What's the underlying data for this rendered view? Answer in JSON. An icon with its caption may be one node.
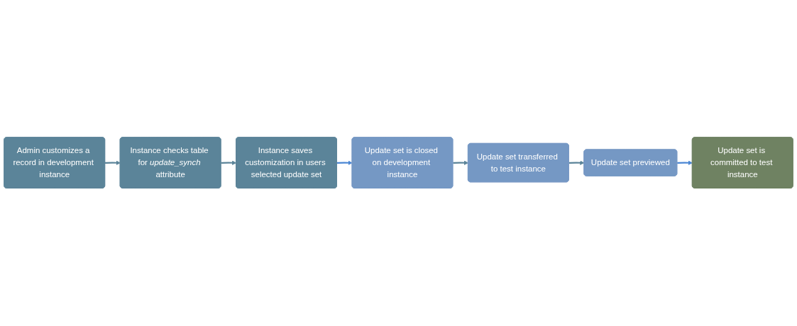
{
  "diagram": {
    "nodes": [
      {
        "text": [
          "Admin customizes a record in development instance"
        ]
      },
      {
        "text": [
          "Instance checks table for *update_synch* attribute"
        ]
      },
      {
        "text": [
          "Instance saves customization in users selected update set"
        ]
      },
      {
        "text": [
          "Update set is closed on development instance"
        ]
      },
      {
        "text": [
          "Update set transferred to test instance"
        ]
      },
      {
        "text": [
          "Update set previewed"
        ]
      },
      {
        "text": [
          "Update set is committed to test instance"
        ]
      }
    ],
    "edges": [
      {
        "from": 0,
        "to": 1,
        "arrow": "to"
      },
      {
        "from": 1,
        "to": 2,
        "arrow": "to"
      },
      {
        "from": 2,
        "to": 3,
        "arrow": "to",
        "color": "#4a86d4"
      },
      {
        "from": 3,
        "to": 4,
        "arrow": "to"
      },
      {
        "from": 4,
        "to": 5,
        "arrow": "to"
      },
      {
        "from": 5,
        "to": 6,
        "arrow": "to",
        "color": "#4a86d4"
      }
    ]
  }
}
